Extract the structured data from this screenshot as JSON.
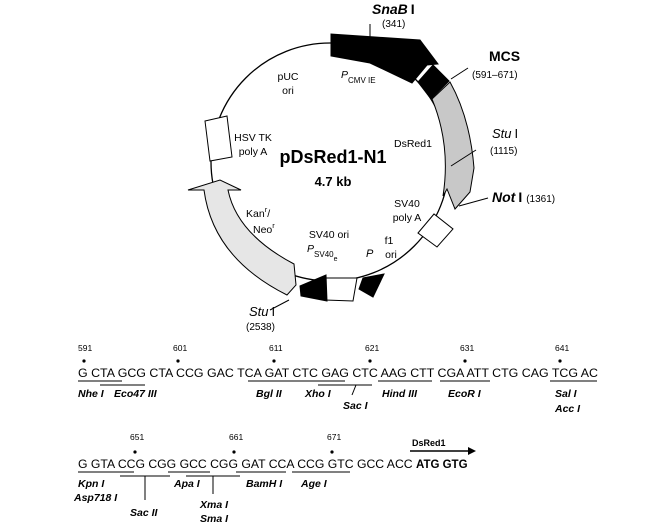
{
  "plasmid": {
    "name": "pDsRed1-N1",
    "size": "4.7 kb"
  },
  "map_labels": {
    "snab_name": "SnaB",
    "snab_roman": "I",
    "snab_pos": "(341)",
    "mcs": "MCS",
    "mcs_range": "(591–671)",
    "stu1_name": "Stu",
    "stu1_roman": "I",
    "stu1_pos": "(1115)",
    "not_name": "Not",
    "not_roman": "I",
    "not_pos": "(1361)",
    "stu2_name": "Stu",
    "stu2_roman": "I",
    "stu2_pos": "(2538)",
    "puc_line1": "pUC",
    "puc_line2": "ori",
    "pcmv_p": "P",
    "pcmv_sub": "CMV IE",
    "dsred": "DsRed1",
    "hsvtk_line1": "HSV TK",
    "hsvtk_line2": "poly A",
    "sv40pa_line1": "SV40",
    "sv40pa_line2": "poly A",
    "kan_main": "Kan",
    "kan_sup": "r",
    "kan_slash": "/",
    "neo_main": "Neo",
    "neo_sup": "r",
    "sv40ori_line1": "SV40 ori",
    "sv40ori_p": "P",
    "sv40ori_sub": "SV40",
    "sv40ori_subsub": "e",
    "f1_line1": "f1",
    "f1_line2": "ori",
    "p_label": "P"
  },
  "sequence": {
    "row1": {
      "positions": [
        "591",
        "601",
        "611",
        "621",
        "631",
        "641"
      ],
      "text": "G CTA GCG CTA CCG GAC TCA GAT CTC GAG CTC AAG CTT CGA ATT CTG CAG TCG AC",
      "enzymes": {
        "nhe": "Nhe I",
        "eco47": "Eco47 III",
        "bgl": "Bgl II",
        "xho": "Xho I",
        "sac": "Sac I",
        "hind": "Hind III",
        "ecor": "EcoR I",
        "sal": "Sal I",
        "acc": "Acc I"
      }
    },
    "row2": {
      "positions": [
        "651",
        "661",
        "671"
      ],
      "text_normal": "G GTA CCG CGG GCC CGG GAT CCA CCG GTC GCC ACC ",
      "text_bold": "ATG GTG",
      "feature": "DsRed1",
      "enzymes": {
        "kpn": "Kpn I",
        "asp718": "Asp718 I",
        "sac2": "Sac II",
        "apa": "Apa I",
        "xma": "Xma I",
        "sma": "Sma I",
        "bam": "BamH I",
        "age": "Age I"
      }
    }
  },
  "colors": {
    "black_feature": "#000000",
    "gray_feature": "#c8c8c8",
    "light_feature": "#e6e6e6",
    "white_feature": "#ffffff"
  }
}
